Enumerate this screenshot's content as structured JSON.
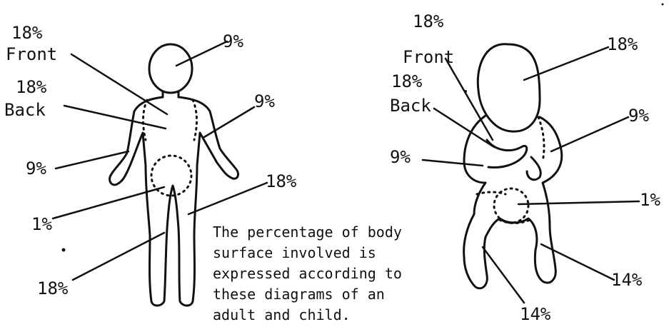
{
  "adult": {
    "head": "9%",
    "trunk_front_pct": "18%",
    "trunk_front_word": "Front",
    "trunk_back_pct": "18%",
    "trunk_back_word": "Back",
    "arm_right": "9%",
    "arm_left": "9%",
    "groin": "1%",
    "leg_right": "18%",
    "leg_left": "18%"
  },
  "child": {
    "trunk_top_pct": "18%",
    "trunk_front_word": "Front",
    "trunk_back_pct": "18%",
    "trunk_back_word": "Back",
    "head": "18%",
    "arm_right": "9%",
    "arm_left": "9%",
    "groin": "1%",
    "leg_right": "14%",
    "leg_left": "14%"
  },
  "caption": [
    "The percentage of body",
    "surface involved is",
    "expressed according to",
    "these diagrams of an",
    "adult and child."
  ],
  "colors": {
    "ink": "#111111",
    "paper": "#ffffff"
  }
}
